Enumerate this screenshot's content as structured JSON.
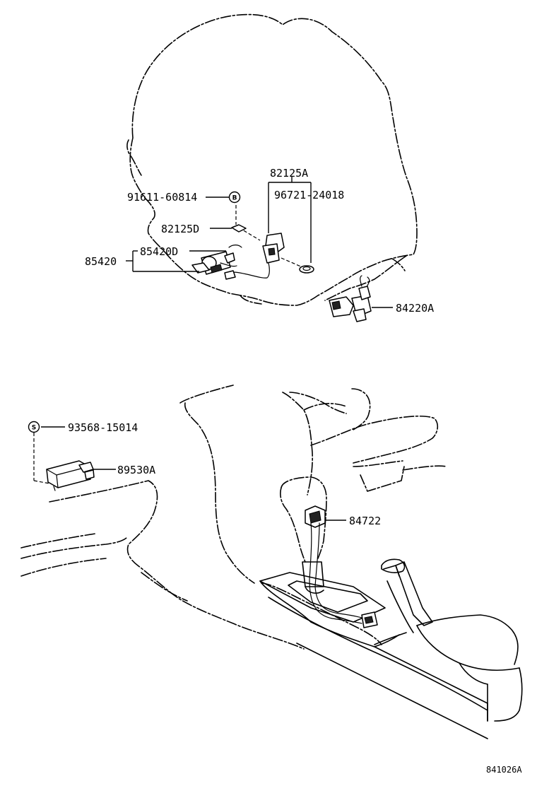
{
  "labels": {
    "p82125A": "82125A",
    "p91611": "91611-60814",
    "p96721": "96721-24018",
    "p82125D": "82125D",
    "p85420": "85420",
    "p85420D": "85420D",
    "p84220A": "84220A",
    "p93568": "93568-15014",
    "p89530A": "89530A",
    "p84722": "84722",
    "diagram_code": "841026A"
  },
  "symbols": {
    "bolt_marker": "B",
    "screw_marker": "S"
  }
}
